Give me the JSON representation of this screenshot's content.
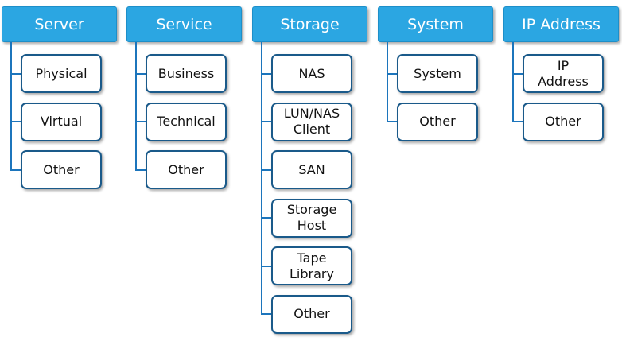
{
  "colors": {
    "header_fill": "#2ba6e2",
    "header_text": "#ffffff",
    "child_border": "#1a5a8a",
    "connector": "#1c75bc"
  },
  "columns": [
    {
      "title": "Server",
      "children": [
        "Physical",
        "Virtual",
        "Other"
      ]
    },
    {
      "title": "Service",
      "children": [
        "Business",
        "Technical",
        "Other"
      ]
    },
    {
      "title": "Storage",
      "children": [
        "NAS",
        "LUN/NAS\nClient",
        "SAN",
        "Storage\nHost",
        "Tape\nLibrary",
        "Other"
      ]
    },
    {
      "title": "System",
      "children": [
        "System",
        "Other"
      ]
    },
    {
      "title": "IP Address",
      "children": [
        "IP\nAddress",
        "Other"
      ]
    }
  ]
}
